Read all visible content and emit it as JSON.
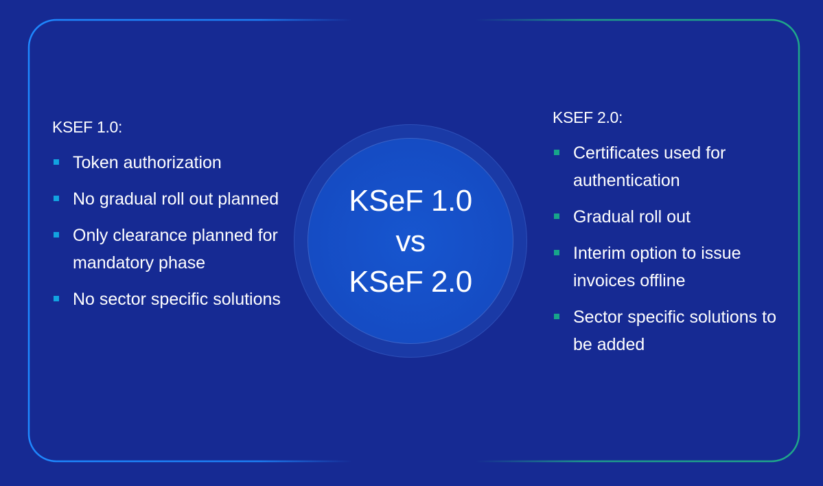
{
  "colors": {
    "background": "#162a93",
    "border_left": "#1e88ff",
    "border_right": "#1fa88a",
    "bullet_left": "#12a3e0",
    "bullet_right": "#17a58a"
  },
  "center": {
    "line1": "KSeF 1.0",
    "line2": "vs",
    "line3": "KSeF 2.0"
  },
  "left": {
    "title": "KSEF 1.0:",
    "items": [
      "Token authorization",
      "No gradual roll out planned",
      "Only clearance planned for mandatory phase",
      "No sector specific solutions"
    ]
  },
  "right": {
    "title": "KSEF 2.0:",
    "items": [
      "Certificates used for authentication",
      "Gradual roll out",
      "Interim option to issue invoices offline",
      "Sector specific solutions to be added"
    ]
  }
}
